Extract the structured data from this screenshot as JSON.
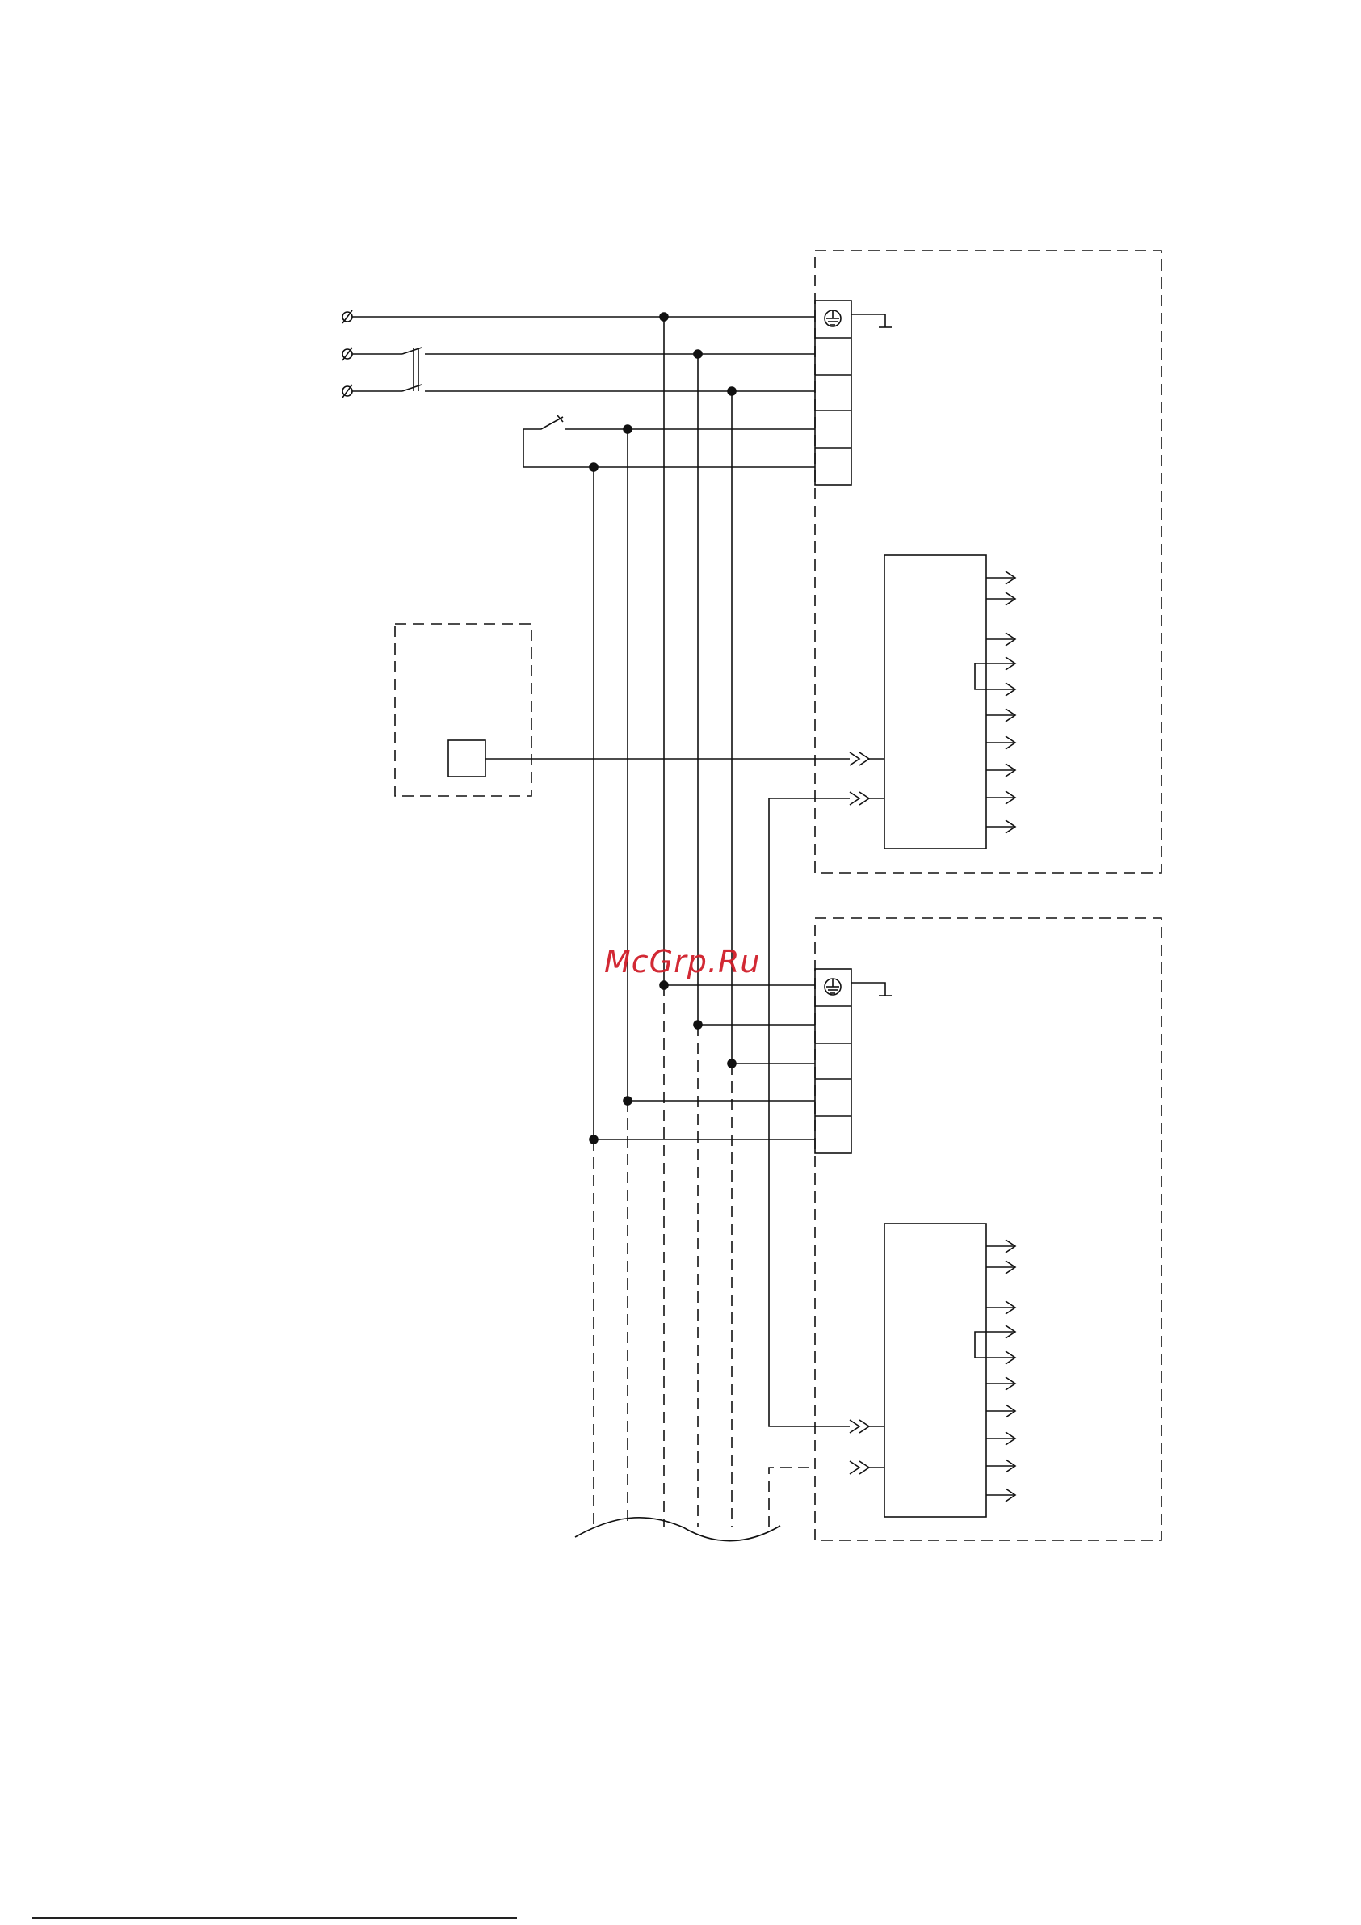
{
  "watermark": "McGrp.Ru",
  "colors": {
    "line": "#111111",
    "watermark": "#d01e2a",
    "background": "#ffffff"
  },
  "symbols": {
    "phase_input": "phase-marker-icon",
    "ground": "earth-ground-icon",
    "protective_earth": "protective-earth-icon",
    "breaker": "double-pole-breaker-icon",
    "switch": "single-switch-icon",
    "connector": "double-chevron-connector-icon",
    "output": "arrow-output-icon"
  },
  "units": [
    {
      "id": "unit-1",
      "terminal_count": 5,
      "output_count": 10
    },
    {
      "id": "unit-2",
      "terminal_count": 5,
      "output_count": 10
    }
  ],
  "remote_module": {
    "id": "sensor-module"
  }
}
